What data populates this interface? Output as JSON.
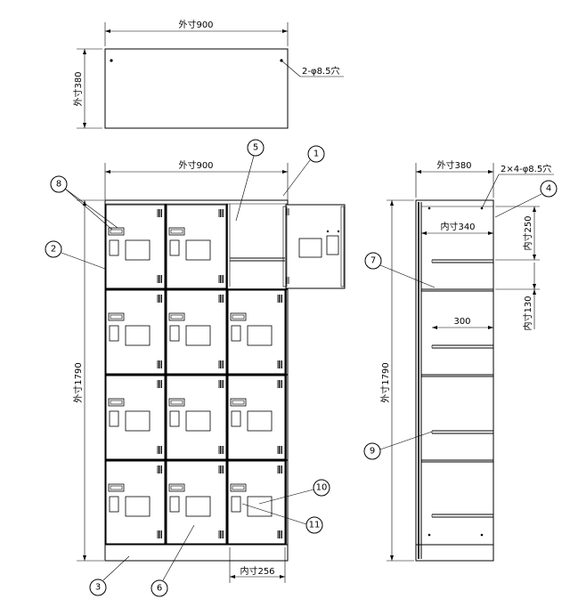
{
  "top_view": {
    "width_label": "外寸900",
    "depth_label": "外寸380",
    "hole_note": "2-φ8.5穴"
  },
  "front_view": {
    "width_label": "外寸900",
    "height_label": "外寸1790",
    "inner_width_label": "内寸256"
  },
  "side_view": {
    "depth_label": "外寸380",
    "hole_note": "2×4-φ8.5穴",
    "inner_depth_label": "内寸340",
    "inner_height_label": "内寸250",
    "inner_pitch_label": "内寸130",
    "shelf_depth_label": "300",
    "height_label": "外寸1790"
  },
  "callouts": [
    "1",
    "2",
    "3",
    "4",
    "5",
    "6",
    "7",
    "8",
    "9",
    "10",
    "11"
  ]
}
